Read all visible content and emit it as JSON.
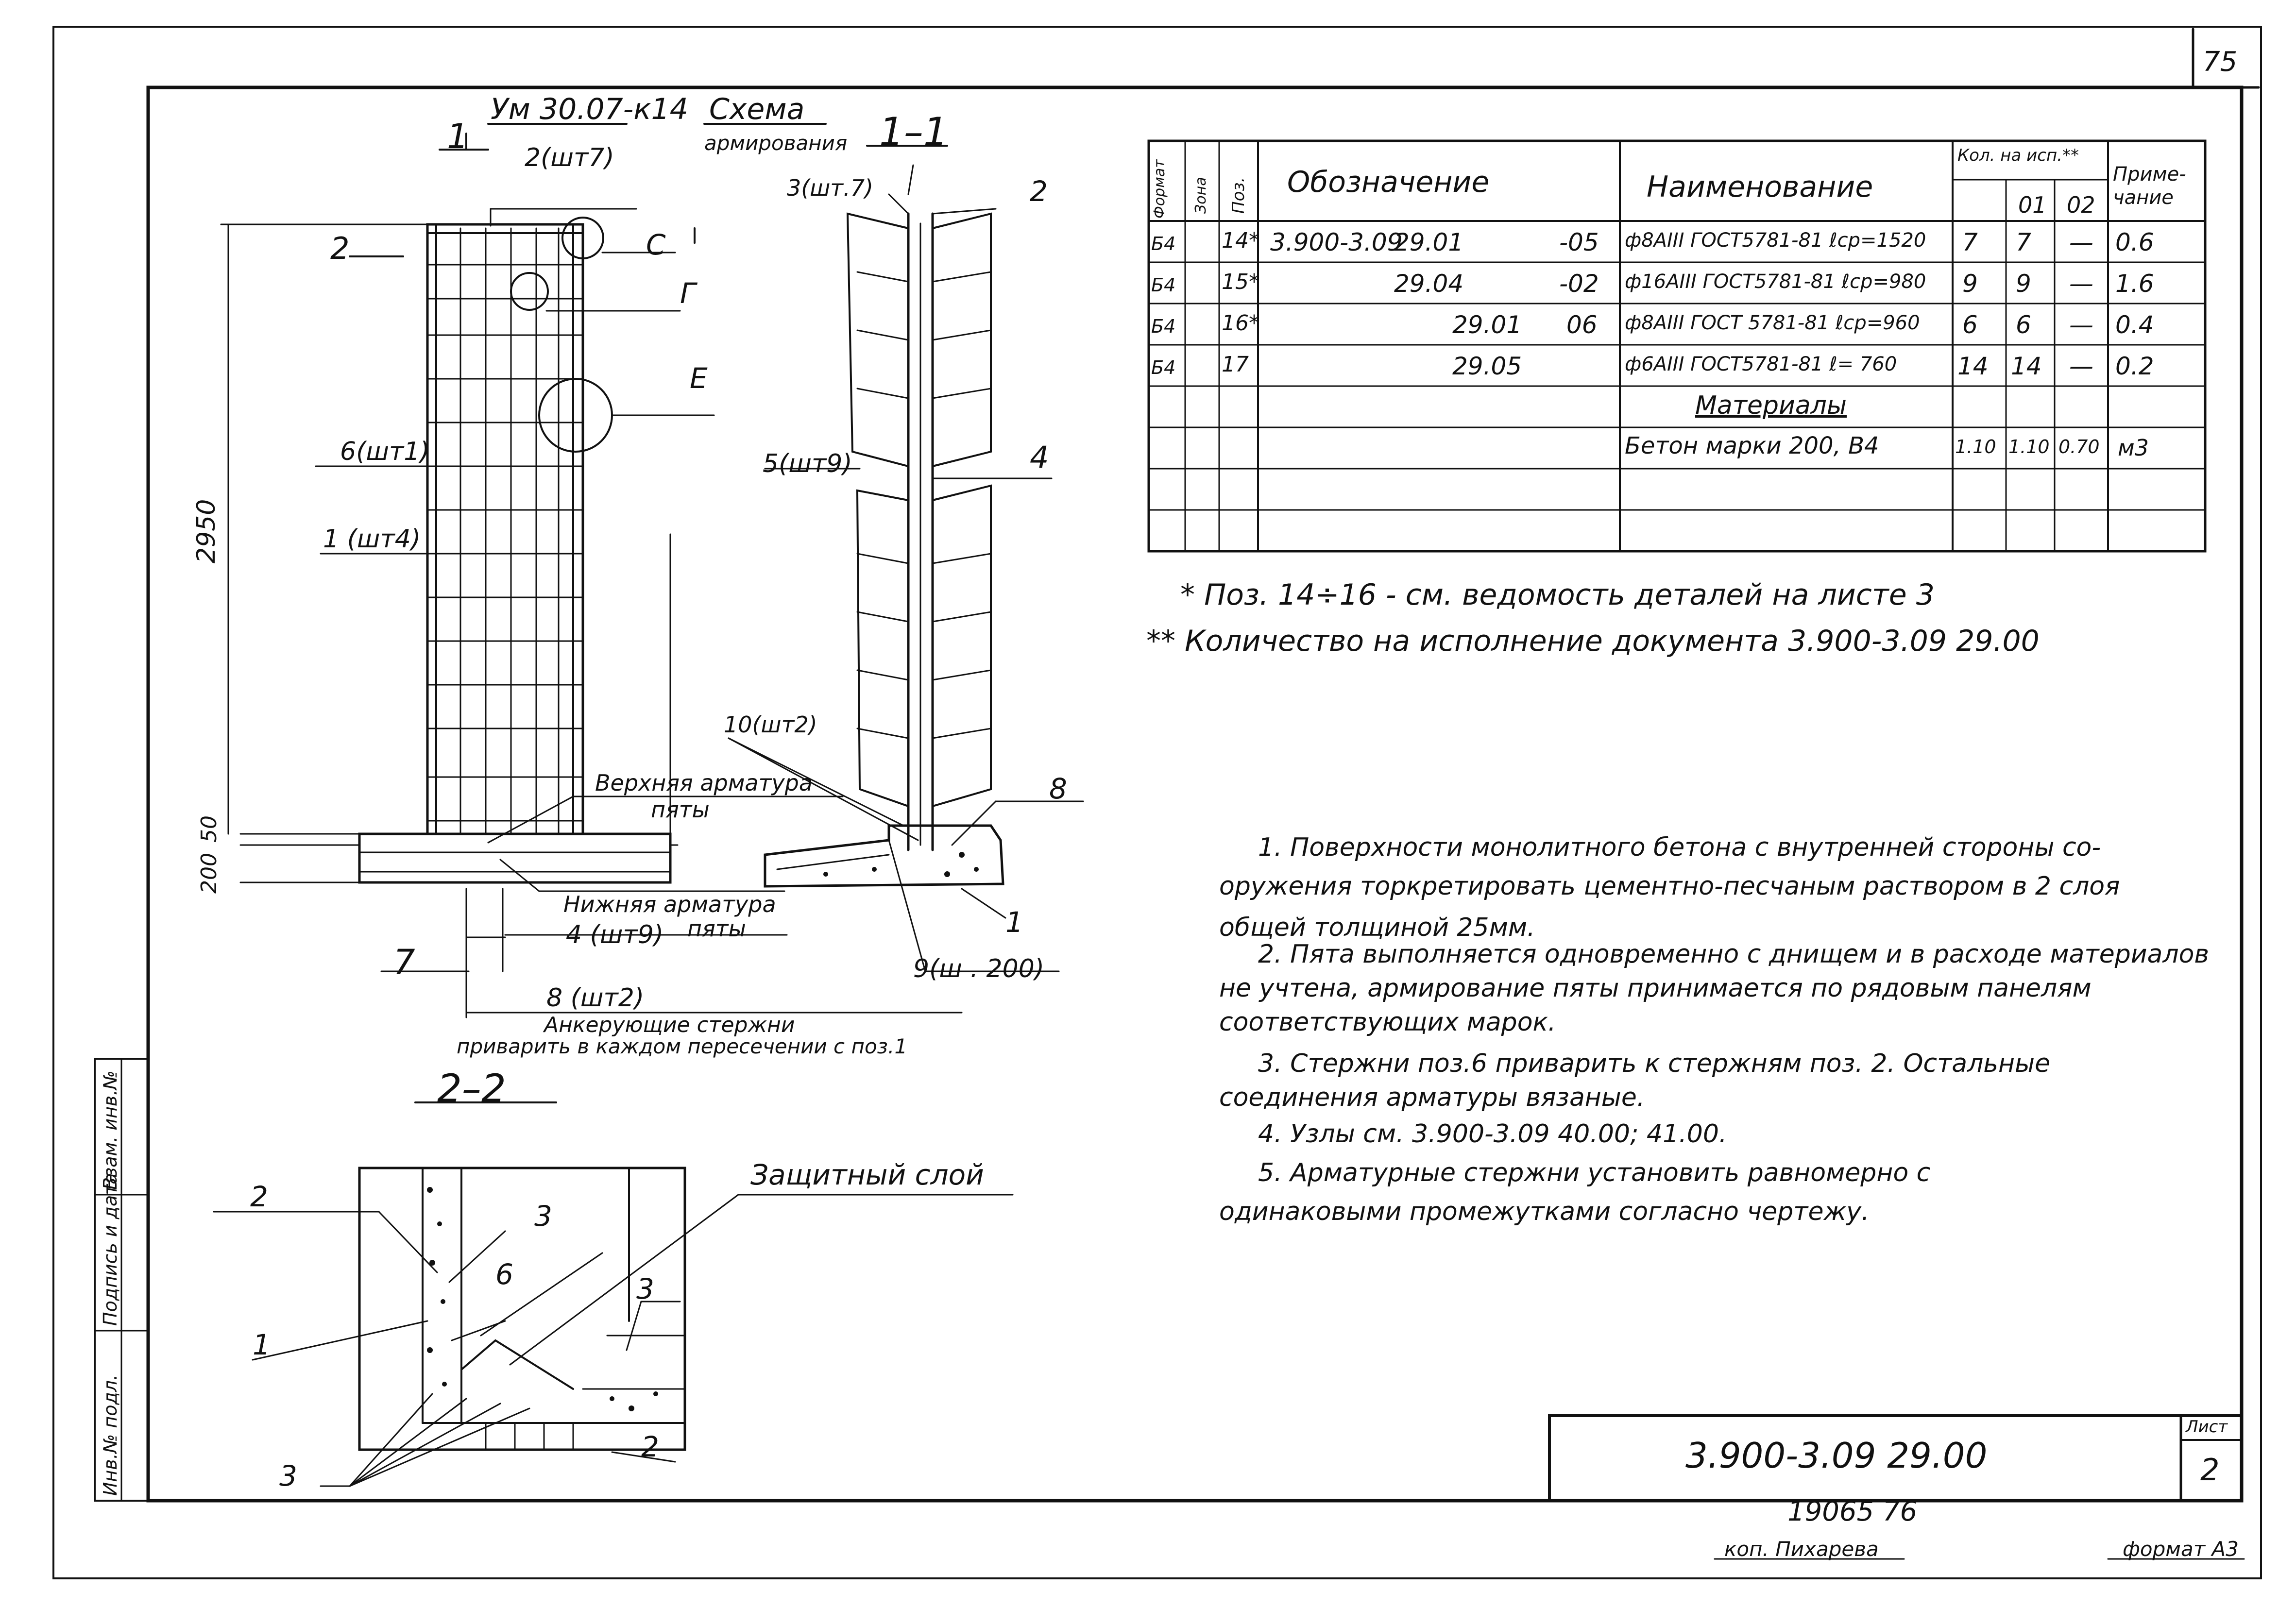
{
  "sheet": {
    "page_number": "75",
    "scheme_title": {
      "code": "Ум 30.07-к14",
      "word1": "Схема",
      "word2": "армирования"
    },
    "section_marks": {
      "cut_1_1": "1–1",
      "mark_1": "1",
      "mark_2": "2",
      "mark_7": "7",
      "cut_2_2": "2–2"
    },
    "elevation_labels": [
      {
        "text": "2(шт7)"
      },
      {
        "text": "C"
      },
      {
        "text": "Г"
      },
      {
        "text": "E"
      },
      {
        "text": "6(шт1)"
      },
      {
        "text": "1 (шт4)"
      },
      {
        "text": "2950"
      },
      {
        "text": "50"
      },
      {
        "text": "200"
      },
      {
        "text": "Верхняя арматура"
      },
      {
        "text": "пяты"
      },
      {
        "text": "Нижняя арматура"
      },
      {
        "text": "пяты"
      },
      {
        "text": "4 (шт9)"
      },
      {
        "text": "8 (шт2)"
      },
      {
        "text": "Анкерующие стержни"
      },
      {
        "text": "приварить в каждом пересечении с поз.1"
      }
    ],
    "section_1_1_labels": [
      {
        "text": "3(шт.7)"
      },
      {
        "text": "2"
      },
      {
        "text": "5(шт9)"
      },
      {
        "text": "4"
      },
      {
        "text": "10(шт2)"
      },
      {
        "text": "8"
      },
      {
        "text": "1"
      },
      {
        "text": "9(ш . 200)"
      }
    ],
    "section_2_2_labels": [
      {
        "text": "Защитный слой"
      },
      {
        "text": "2"
      },
      {
        "text": "3"
      },
      {
        "text": "6"
      },
      {
        "text": "3"
      },
      {
        "text": "1"
      },
      {
        "text": "3"
      },
      {
        "text": "2"
      }
    ],
    "spec_table": {
      "headers": {
        "format": "Формат",
        "zone": "Зона",
        "pos": "Поз.",
        "designation": "Обозначение",
        "name": "Наименование",
        "qty": "Кол. на исп.**",
        "qty_01": "01",
        "qty_02": "02",
        "note": "Приме-чание"
      },
      "rows": [
        {
          "fmt": "Б4",
          "pos": "14*",
          "doc": "3.900-3.09",
          "code": "29.01",
          "ver": "-05",
          "name": "ф8AIII ГОСТ5781-81 ℓср=1520",
          "q01": "7",
          "q02": "7",
          "q03": "—",
          "note": "0.6"
        },
        {
          "fmt": "Б4",
          "pos": "15*",
          "doc": "",
          "code": "29.04",
          "ver": "-02",
          "name": "ф16AIII ГОСТ5781-81 ℓср=980",
          "q01": "9",
          "q02": "9",
          "q03": "—",
          "note": "1.6"
        },
        {
          "fmt": "Б4",
          "pos": "16*",
          "doc": "",
          "code": "29.01",
          "ver": "06",
          "name": "ф8AIII ГОСТ 5781-81 ℓср=960",
          "q01": "6",
          "q02": "6",
          "q03": "—",
          "note": "0.4"
        },
        {
          "fmt": "Б4",
          "pos": "17",
          "doc": "",
          "code": "29.05",
          "ver": "",
          "name": "ф6AIII ГОСТ5781-81 ℓ= 760",
          "q01": "14",
          "q02": "14",
          "q03": "—",
          "note": "0.2"
        }
      ],
      "materials_heading": "Материалы",
      "material_row": {
        "name": "Бетон марки 200, В4",
        "q01": "1.10",
        "q02": "1.10",
        "q03": "0.70",
        "note": "м3"
      }
    },
    "footnotes": [
      "* Поз. 14÷16 - см. ведомость деталей на листе 3",
      "** Количество на исполнение документа 3.900-3.09 29.00"
    ],
    "notes": [
      "1. Поверхности монолитного бетона с внутренней стороны со-",
      "оружения торкретировать цементно-песчаным раствором в 2 слоя",
      "общей толщиной 25мм.",
      "2. Пята выполняется одновременно с днищем и в расходе материалов",
      "не учтена, армирование пяты принимается по рядовым панелям",
      "соответствующих марок.",
      "3. Стержни поз.6 приварить к стержням поз. 2. Остальные",
      "соединения арматуры вязаные.",
      "4. Узлы см.      3.900-3.09 40.00; 41.00.",
      "5. Арматурные стержни установить равномерно с",
      "одинаковыми промежутками согласно чертежу."
    ],
    "title_block": {
      "document": "3.900-3.09  29.00",
      "sheet_label": "Лист",
      "sheet_number": "2"
    },
    "bottom": {
      "number": "19065   76",
      "copied_by": "коп. Пихарева",
      "format": "формат А3"
    },
    "side_stamp": [
      "Инв.№ подл.",
      "Подпись и дата",
      "Взам. инв.№"
    ]
  }
}
